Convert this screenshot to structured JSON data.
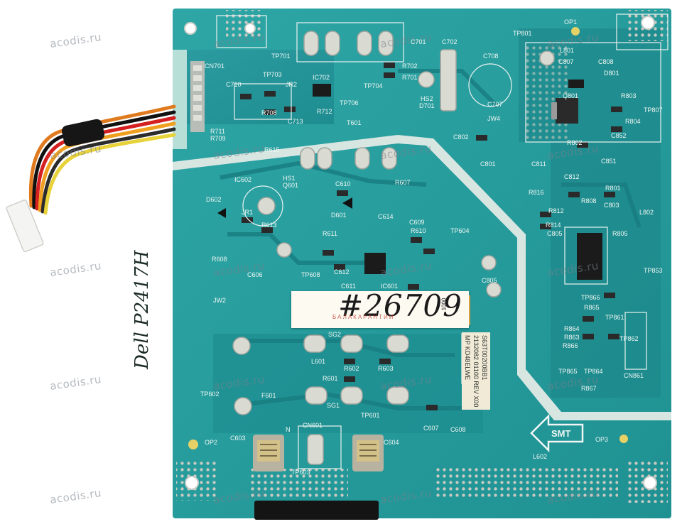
{
  "watermark": {
    "text": "acodis.ru"
  },
  "sticker": {
    "code": "#26709",
    "small_text": "БАЛАКАРАНТИИ",
    "number": "1000"
  },
  "handwriting": {
    "text": "Dell P2417H"
  },
  "board_label": {
    "line1": "S63T00200BB1",
    "line2": "2132082 01100 REV X00",
    "line3": "MP KD48ELWE"
  },
  "silkscreen": {
    "cn701": "CN701",
    "tp701": "TP701",
    "tp703": "TP703",
    "ic702": "IC702",
    "c710": "C710",
    "jr2": "JR2",
    "r708": "R708",
    "c713": "C713",
    "r712": "R712",
    "tp706": "TP706",
    "tp704": "TP704",
    "r702": "R702",
    "r701": "R701",
    "c701": "C701",
    "c702": "C702",
    "c708": "C708",
    "c707": "C707",
    "hs2": "HS2",
    "d701": "D701",
    "tp801": "TP801",
    "op1": "OP1",
    "l801": "L801",
    "c807": "C807",
    "c808": "C808",
    "d801": "D801",
    "q801": "Q801",
    "r803": "R803",
    "tp807": "TP807",
    "r804": "R804",
    "jw4": "JW4",
    "t601": "T601",
    "c802": "C802",
    "c801": "C801",
    "r802": "R802",
    "c852": "C852",
    "c851": "C851",
    "c811": "C811",
    "c812": "C812",
    "r816": "R816",
    "r812": "R812",
    "r801": "R801",
    "r808": "R808",
    "c803": "C803",
    "r814": "R814",
    "c805": "C805",
    "r805": "R805",
    "l802": "L802",
    "tp853": "TP853",
    "ic602": "IC602",
    "hs1": "HS1",
    "q601": "Q601",
    "c610": "C610",
    "r607": "R607",
    "d601": "D601",
    "d602": "D602",
    "jr1": "JR1",
    "r613": "R613",
    "c614": "C614",
    "c609": "C609",
    "r610": "R610",
    "tp604": "TP604",
    "r611": "R611",
    "r608": "R608",
    "c606": "C606",
    "tp608": "TP608",
    "c612": "C612",
    "ic601": "IC601",
    "c611": "C611",
    "c805b": "C805",
    "jw2": "JW2",
    "tp866": "TP866",
    "r865": "R865",
    "tp861": "TP861",
    "r864": "R864",
    "r863": "R863",
    "r866": "R866",
    "tp862": "TP862",
    "tp865": "TP865",
    "tp864": "TP864",
    "r867": "R867",
    "cn861": "CN861",
    "sg2": "SG2",
    "l601": "L601",
    "r602": "R602",
    "r603": "R603",
    "r601": "R601",
    "sg1": "SG1",
    "tp602": "TP602",
    "f601": "F601",
    "tp601": "TP601",
    "cn601": "CN601",
    "n": "N",
    "op2": "OP2",
    "op3": "OP3",
    "c603": "C603",
    "c604": "C604",
    "c607": "C607",
    "c608": "C608",
    "tp603": "TP603",
    "l602": "L602",
    "smt": "SMT",
    "r615": "R615",
    "r709": "R709",
    "r711": "R711"
  }
}
